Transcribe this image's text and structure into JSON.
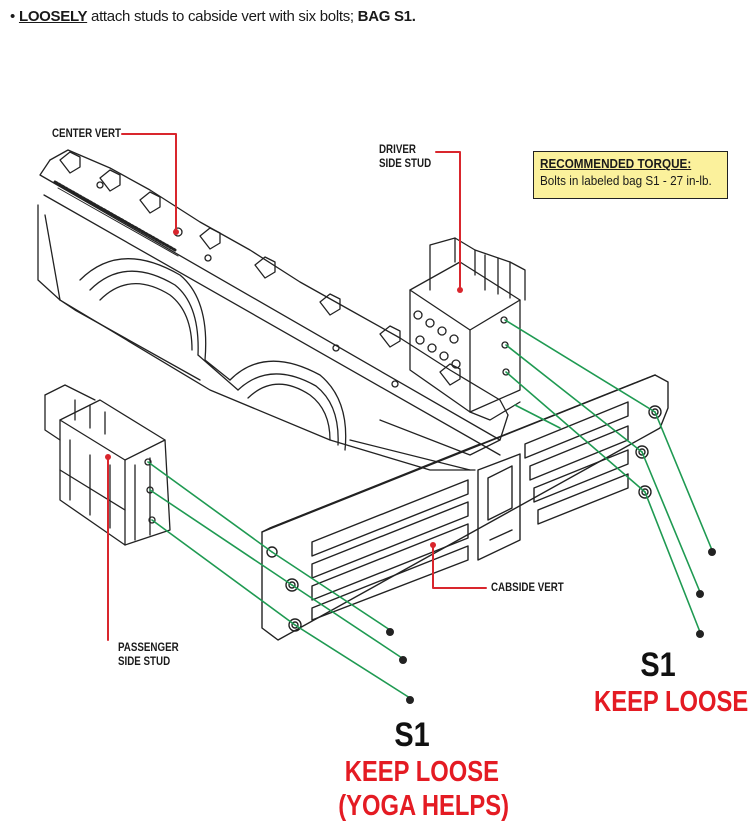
{
  "instruction": {
    "bullet": "•",
    "emphasis": "LOOSELY",
    "text": " attach studs to cabside vert with six bolts; ",
    "bag": "BAG S1."
  },
  "labels": {
    "center_vert": "CENTER VERT",
    "driver_side_stud_line1": "DRIVER",
    "driver_side_stud_line2": "SIDE STUD",
    "cabside_vert": "CABSIDE  VERT",
    "passenger_side_stud_line1": "PASSENGER",
    "passenger_side_stud_line2": "SIDE STUD"
  },
  "torque_box": {
    "heading": "RECOMMENDED TORQUE:",
    "detail": "Bolts in labeled bag S1 - 27 in-lb."
  },
  "right_note": {
    "bag": "S1",
    "warning": "KEEP LOOSE"
  },
  "bottom_note": {
    "bag": "S1",
    "warning_line1": "KEEP LOOSE",
    "warning_line2": "(YOGA HELPS)"
  },
  "colors": {
    "callout_line": "#d9262d",
    "bolt_line": "#1f9a52",
    "warning_text": "#e41b23",
    "torque_box_bg": "#fbf19c"
  }
}
